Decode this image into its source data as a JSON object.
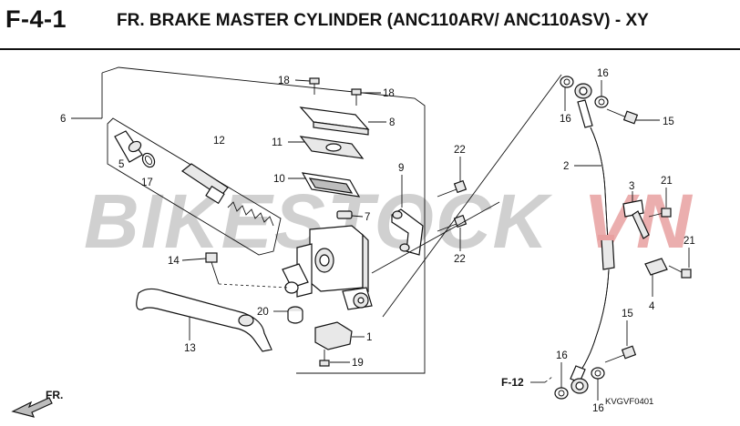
{
  "header": {
    "code": "F-4-1",
    "title": "FR. BRAKE MASTER CYLINDER (ANC110ARV/ ANC110ASV) - XY"
  },
  "watermark": {
    "text_main": "BIKESTOCK",
    "text_accent": "VN",
    "color_main": "#c8c8c8",
    "color_accent": "#e8a0a0"
  },
  "callouts": {
    "c1": "1",
    "c2": "2",
    "c3": "3",
    "c4": "4",
    "c5": "5",
    "c6": "6",
    "c8": "8",
    "c9": "9",
    "c10": "10",
    "c11": "11",
    "c12": "12",
    "c7": "7",
    "c13": "13",
    "c14": "14",
    "c15a": "15",
    "c15b": "15",
    "c16a": "16",
    "c16b": "16",
    "c16c": "16",
    "c16d": "16",
    "c17": "17",
    "c18a": "18",
    "c18b": "18",
    "c19": "19",
    "c20": "20",
    "c21a": "21",
    "c21b": "21",
    "c22a": "22",
    "c22b": "22"
  },
  "reference": {
    "label": "F-12"
  },
  "direction": {
    "label": "FR."
  },
  "diagram_code": "KVGVF0401"
}
